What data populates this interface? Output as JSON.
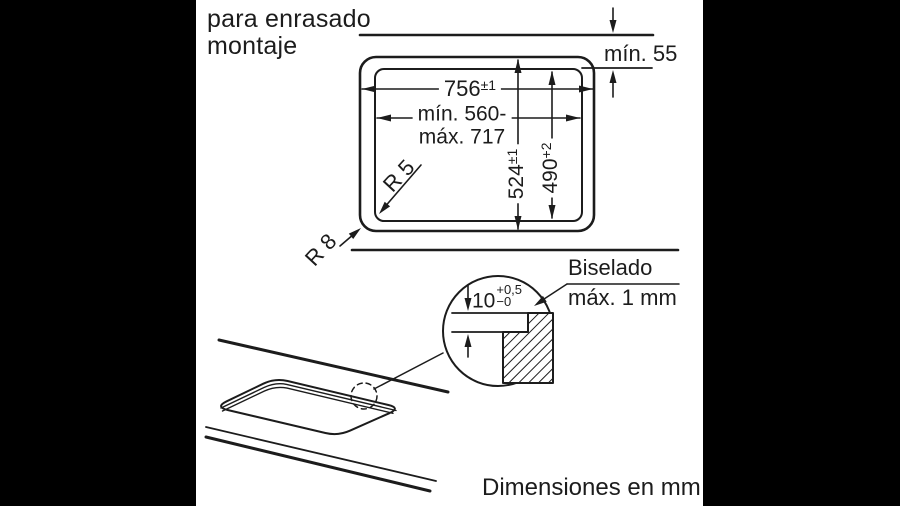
{
  "title": {
    "line1": "para enrasado",
    "line2": "montaje"
  },
  "dimensions": {
    "min_gap": "mín. 55",
    "width_outer": {
      "value": "756",
      "tol": "±1"
    },
    "width_inner": {
      "line1": "mín. 560-",
      "line2": "máx. 717"
    },
    "height_outer": {
      "value": "524",
      "tol": "±1"
    },
    "height_inner": {
      "value": "490",
      "tol": "+2"
    },
    "radius_inner": "R 5",
    "radius_outer": "R 8",
    "depth": {
      "value": "10",
      "tol_up": "+0,5",
      "tol_down": "−0"
    },
    "bevel": {
      "line1": "Biselado",
      "line2": "máx. 1 mm"
    }
  },
  "footer": {
    "note": "Dimensiones en mm"
  },
  "colors": {
    "ink": "#1c1c1c",
    "background": "#ffffff",
    "letterbox": "#000000"
  }
}
